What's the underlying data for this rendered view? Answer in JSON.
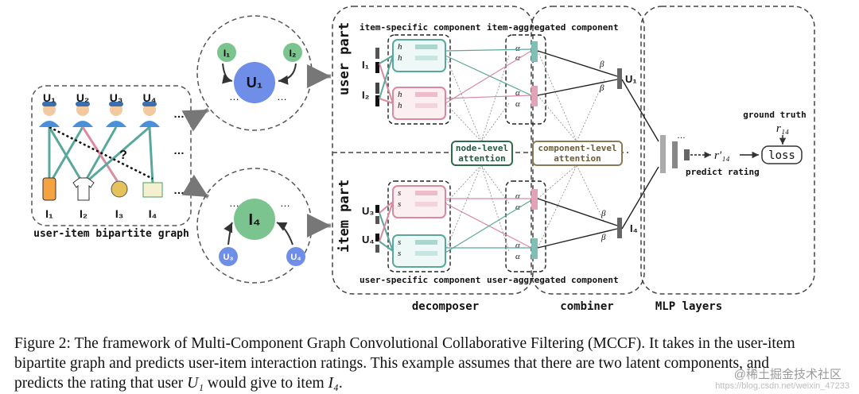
{
  "bipartite": {
    "users": [
      "U₁",
      "U₂",
      "U₃",
      "U₄"
    ],
    "items": [
      "I₁",
      "I₂",
      "I₃",
      "I₄"
    ],
    "ellipsis": "…",
    "question": "?",
    "caption": "user-item bipartite graph"
  },
  "circles": {
    "top": {
      "center": "U₁",
      "neighbors": [
        "I₁",
        "I₂"
      ]
    },
    "bottom": {
      "center": "I₄",
      "neighbors": [
        "U₃",
        "U₄"
      ]
    }
  },
  "framework": {
    "user_part": "user part",
    "item_part": "item part",
    "item_specific": "item-specific component",
    "item_aggregated": "item-aggregated component",
    "user_specific": "user-specific component",
    "user_aggregated": "user-aggregated component",
    "node_attention": [
      "node-level",
      "attention"
    ],
    "component_attention": [
      "component-level",
      "attention"
    ],
    "predict_rating": "predict rating",
    "ground_truth": "ground truth",
    "loss": "loss",
    "decomposer": "decomposer",
    "combiner": "combiner",
    "mlp": "MLP layers",
    "u1_label": "U₁",
    "i4_label": "I₄",
    "top_nodes": [
      "I₁",
      "I₂"
    ],
    "bottom_nodes": [
      "U₃",
      "U₄"
    ],
    "h_labels": [
      "h",
      "h"
    ],
    "s_labels": [
      "s",
      "s"
    ],
    "alpha": "α",
    "beta": "β",
    "r_pred": "r′₁₄",
    "r_true": "r₁₄"
  },
  "caption_text": {
    "line1": "Figure 2: The framework of Multi-Component Graph Convolutional Collaborative Filtering (MCCF). It takes in the user-item",
    "line2": "bipartite graph and predicts user-item interaction ratings. This example assumes that there are two latent components, and",
    "line3a": "predicts the rating that user ",
    "u1": "U₁",
    "line3b": " would give to item ",
    "i4": "I₄",
    "line3c": "."
  },
  "watermark": "@稀土掘金技术社区",
  "watermark_url": "https://blog.csdn.net/weixin_47233"
}
